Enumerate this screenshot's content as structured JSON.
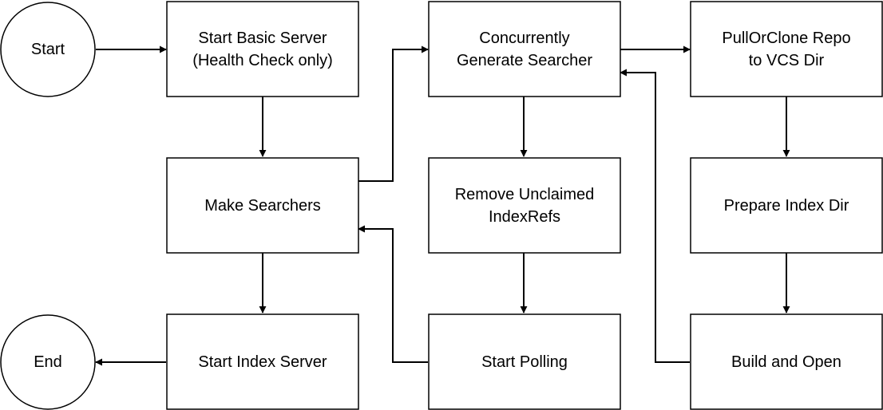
{
  "diagram": {
    "nodes": {
      "start": "Start",
      "end": "End",
      "start_basic_server": "Start Basic Server\n(Health Check only)",
      "make_searchers": "Make Searchers",
      "start_index_server": "Start Index Server",
      "concurrently_generate_searcher": "Concurrently\nGenerate Searcher",
      "remove_unclaimed_indexrefs": "Remove Unclaimed\nIndexRefs",
      "start_polling": "Start Polling",
      "pullorclone_repo": "PullOrClone Repo\nto VCS Dir",
      "prepare_index_dir": "Prepare Index Dir",
      "build_and_open": "Build and Open"
    },
    "edges": [
      {
        "from": "start",
        "to": "start_basic_server"
      },
      {
        "from": "start_basic_server",
        "to": "make_searchers"
      },
      {
        "from": "make_searchers",
        "to": "start_index_server"
      },
      {
        "from": "start_index_server",
        "to": "end"
      },
      {
        "from": "make_searchers",
        "to": "concurrently_generate_searcher"
      },
      {
        "from": "concurrently_generate_searcher",
        "to": "remove_unclaimed_indexrefs"
      },
      {
        "from": "remove_unclaimed_indexrefs",
        "to": "start_polling"
      },
      {
        "from": "start_polling",
        "to": "make_searchers"
      },
      {
        "from": "concurrently_generate_searcher",
        "to": "pullorclone_repo"
      },
      {
        "from": "pullorclone_repo",
        "to": "prepare_index_dir"
      },
      {
        "from": "prepare_index_dir",
        "to": "build_and_open"
      },
      {
        "from": "build_and_open",
        "to": "concurrently_generate_searcher"
      }
    ],
    "colors": {
      "stroke": "#000000",
      "fill": "#ffffff",
      "text": "#000000"
    }
  }
}
